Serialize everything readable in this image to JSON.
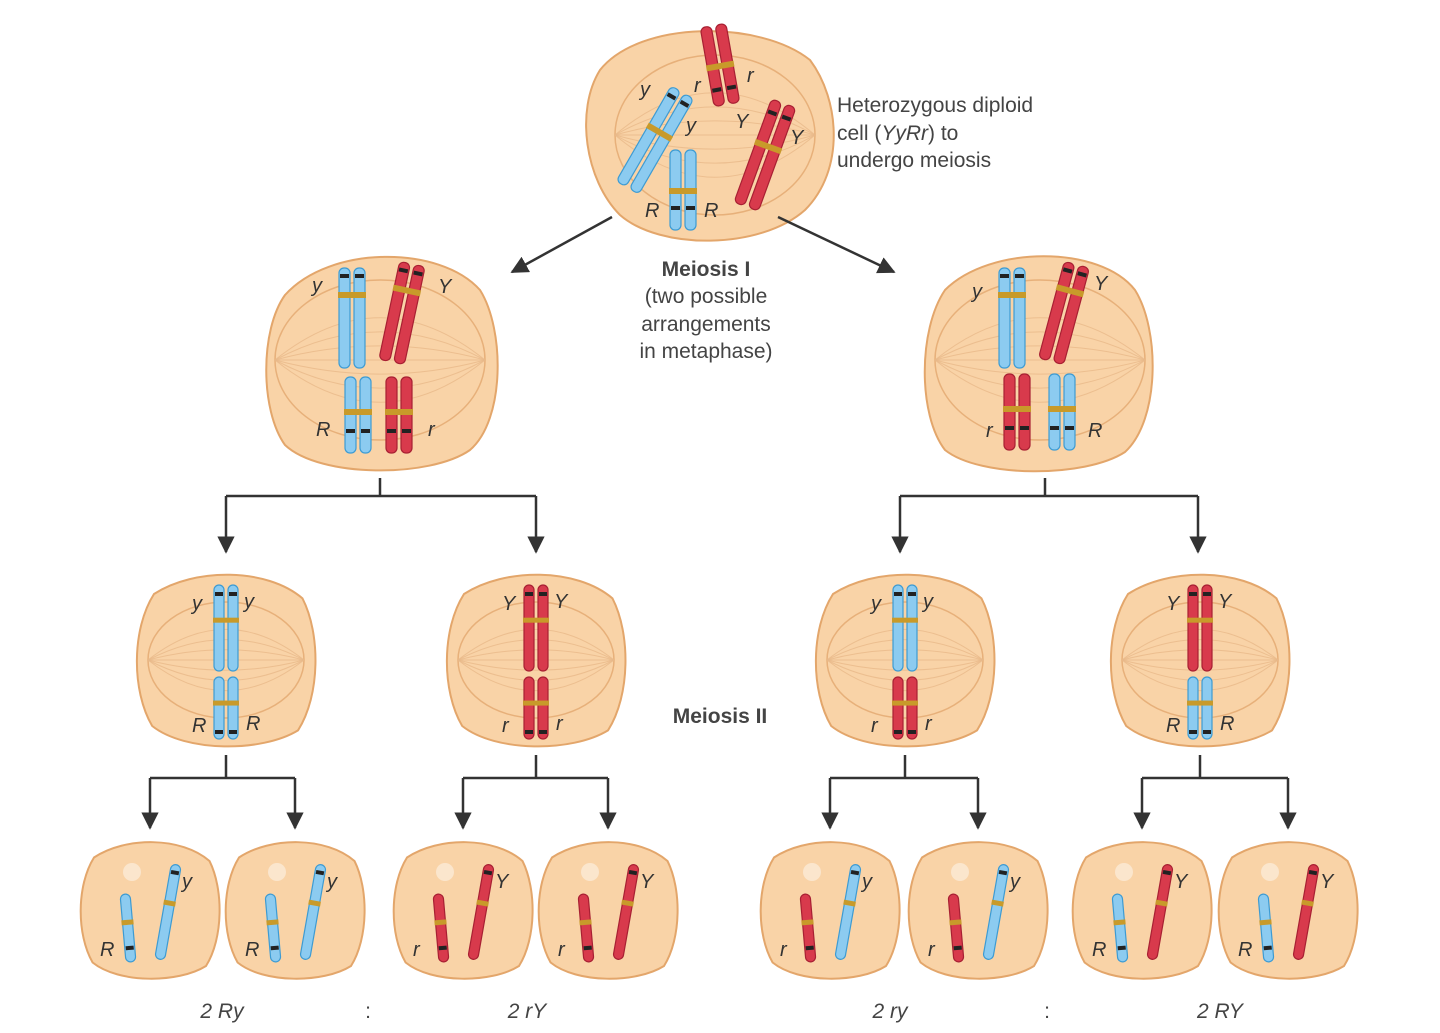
{
  "colors": {
    "background": "#ffffff",
    "cell_fill": "#f9d3a7",
    "cell_stroke": "#e3a66b",
    "nucleus_stroke": "#e7b07a",
    "spindle": "#e9b98a",
    "chromosome_blue": "#8ccbf0",
    "chromosome_blue_edge": "#3d9bd3",
    "chromosome_red": "#d83a4c",
    "chromosome_red_edge": "#a82033",
    "centromere": "#c89a2a",
    "gene_band": "#222222",
    "arrow": "#333333",
    "text": "#444444"
  },
  "top_cell": {
    "description_lines": [
      "Heterozygous diploid",
      "cell (",
      "YyRr",
      ") to",
      "undergo meiosis"
    ],
    "alleles": [
      "y",
      "y",
      "r",
      "r",
      "Y",
      "Y",
      "R",
      "R"
    ]
  },
  "meiosis1": {
    "title": "Meiosis I",
    "subtitle_lines": [
      "(two possible",
      "arrangements",
      "in metaphase)"
    ],
    "left_alleles": [
      "y",
      "Y",
      "R",
      "r"
    ],
    "right_alleles": [
      "y",
      "Y",
      "r",
      "R"
    ]
  },
  "meiosis2": {
    "title": "Meiosis II",
    "cells": [
      {
        "top": [
          "y",
          "y"
        ],
        "bottom": [
          "R",
          "R"
        ]
      },
      {
        "top": [
          "Y",
          "Y"
        ],
        "bottom": [
          "r",
          "r"
        ]
      },
      {
        "top": [
          "y",
          "y"
        ],
        "bottom": [
          "r",
          "r"
        ]
      },
      {
        "top": [
          "Y",
          "Y"
        ],
        "bottom": [
          "R",
          "R"
        ]
      }
    ]
  },
  "gametes": [
    {
      "a": "R",
      "b": "y"
    },
    {
      "a": "R",
      "b": "y"
    },
    {
      "a": "r",
      "b": "Y"
    },
    {
      "a": "r",
      "b": "Y"
    },
    {
      "a": "r",
      "b": "y"
    },
    {
      "a": "r",
      "b": "y"
    },
    {
      "a": "R",
      "b": "Y"
    },
    {
      "a": "R",
      "b": "Y"
    }
  ],
  "ratios": {
    "g1": "2 Ry",
    "sep1": ":",
    "g2": "2 rY",
    "g3": "2 ry",
    "sep2": ":",
    "g4": "2 RY"
  }
}
